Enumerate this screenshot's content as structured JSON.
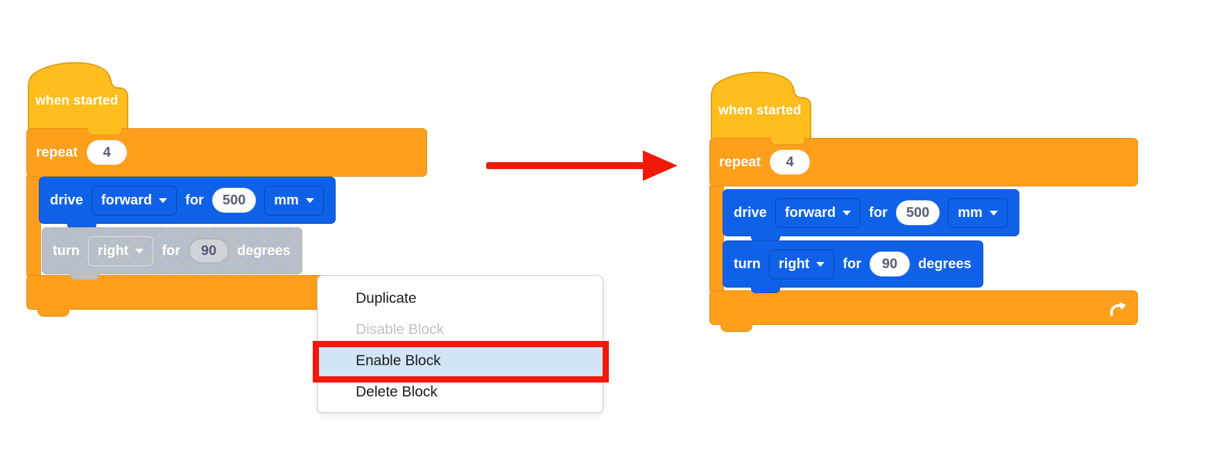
{
  "left_script": {
    "hat": {
      "label": "when started"
    },
    "repeat": {
      "label": "repeat",
      "count": "4"
    },
    "drive": {
      "verb": "drive",
      "direction": "forward",
      "preposition": "for",
      "distance": "500",
      "unit": "mm"
    },
    "turn": {
      "verb": "turn",
      "direction": "right",
      "preposition": "for",
      "angle": "90",
      "unit": "degrees",
      "state": "disabled"
    }
  },
  "right_script": {
    "hat": {
      "label": "when started"
    },
    "repeat": {
      "label": "repeat",
      "count": "4"
    },
    "drive": {
      "verb": "drive",
      "direction": "forward",
      "preposition": "for",
      "distance": "500",
      "unit": "mm"
    },
    "turn": {
      "verb": "turn",
      "direction": "right",
      "preposition": "for",
      "angle": "90",
      "unit": "degrees",
      "state": "enabled"
    }
  },
  "context_menu": {
    "items": [
      {
        "label": "Duplicate",
        "state": "normal"
      },
      {
        "label": "Disable Block",
        "state": "disabled"
      },
      {
        "label": "Enable Block",
        "state": "highlighted"
      },
      {
        "label": "Delete Block",
        "state": "normal"
      }
    ]
  },
  "icons": {
    "dropdown_caret": "caret-down",
    "loop_arrow": "curved-arrow-up-right"
  },
  "colors": {
    "hat_gold": "#FFBE1E",
    "hat_gold_border": "#DDA01A",
    "control_orange": "#FF9F1B",
    "control_orange_border": "#E08E12",
    "drivetrain_blue": "#0F62E8",
    "drivetrain_blue_border": "#0B4FC0",
    "disabled_gray": "#BFBFBF",
    "crosshatch_line": "#A8BEDF",
    "oval_text": "#575E75",
    "menu_text": "#1A1A1A",
    "menu_disabled_text": "#BEC2C6",
    "menu_highlight_bg": "#D2E5F5",
    "alert_red": "#F2190A"
  }
}
